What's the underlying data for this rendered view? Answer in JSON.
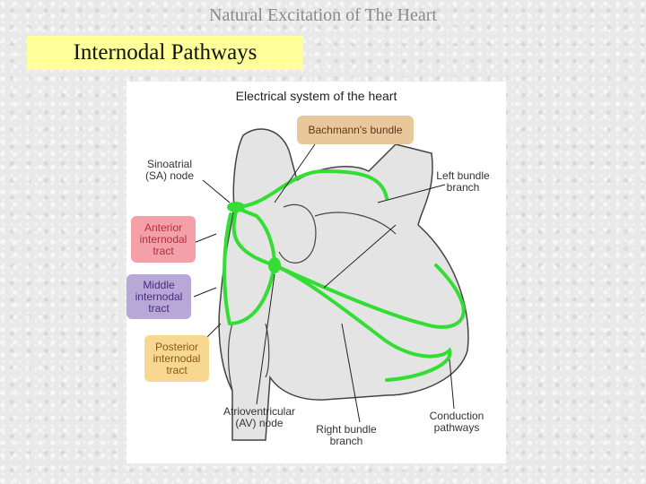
{
  "slide": {
    "title": "Natural Excitation of The Heart",
    "subtitle": "Internodal Pathways"
  },
  "figure": {
    "title": "Electrical system of the heart",
    "labels": {
      "bachmann": "Bachmann's bundle",
      "sa_node": "Sinoatrial (SA) node",
      "anterior": "Anterior internodal tract",
      "middle": "Middle internodal tract",
      "posterior": "Posterior internodal tract",
      "left_bundle": "Left bundle branch",
      "av_node": "Atrioventricular (AV) node",
      "right_bundle": "Right bundle branch",
      "conduction": "Conduction pathways"
    },
    "colors": {
      "pathway": "#33dd33",
      "bachmann_box": "#e8c89a",
      "anterior_box": "#f4a0a8",
      "middle_box": "#b8a8d8",
      "posterior_box": "#f8d890",
      "heart_fill": "#e4e4e4"
    }
  }
}
